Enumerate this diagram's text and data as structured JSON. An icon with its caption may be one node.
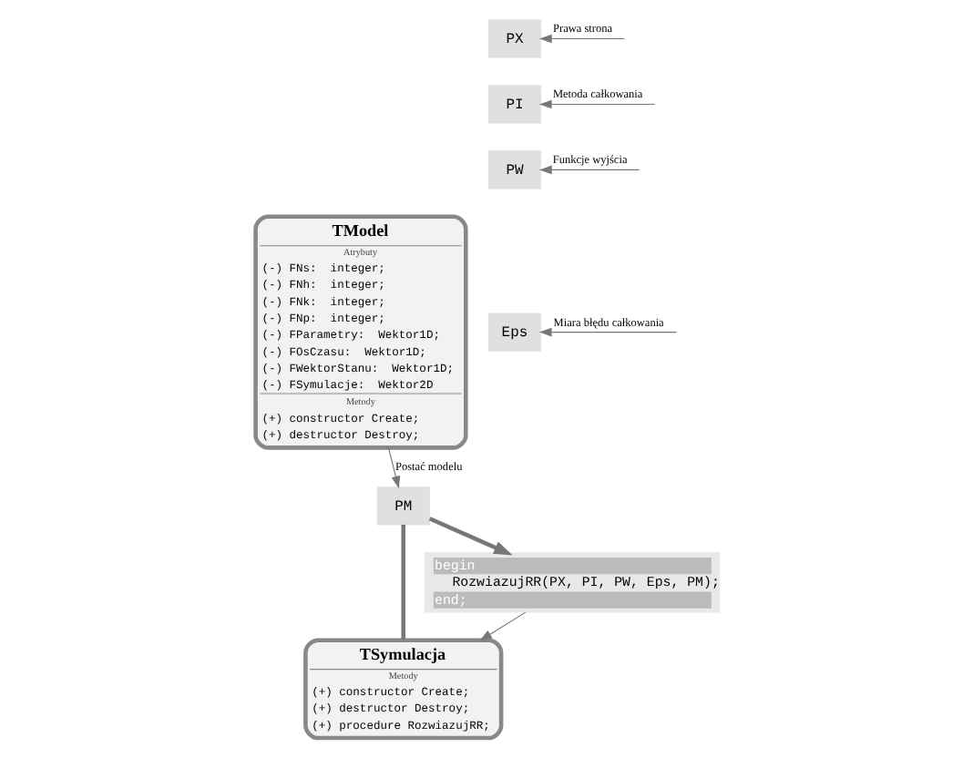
{
  "diagram": {
    "nodes": [
      {
        "text": [
          "TModel",
          "Atrybuty",
          "(-) FNs:  integer;",
          "(-) FNh:  integer;",
          "(-) FNk:  integer;",
          "(-) FNp:  integer;",
          "(-) FParametry:  Wektor1D;",
          "(-) FOsCzasu:  Wektor1D;",
          "(-) FWektorStanu:  Wektor1D;",
          "(-) FSymulacje:  Wektor2D",
          "Metody",
          "(+) constructor Create;",
          "(+) destructor Destroy;"
        ]
      },
      {
        "text": [
          "TSymulacja",
          "Metody",
          "(+) constructor Create;",
          "(+) destructor Destroy;",
          "(+) procedure RozwiazujRR;"
        ]
      },
      {
        "text": [
          "PX"
        ]
      },
      {
        "text": [
          "PI"
        ]
      },
      {
        "text": [
          "PW"
        ]
      },
      {
        "text": [
          "Eps"
        ]
      },
      {
        "text": [
          "PM"
        ]
      },
      {
        "text": [
          "begin",
          "RozwiazujRR(PX, PI, PW, Eps, PM);",
          "end;"
        ]
      }
    ],
    "edges": [
      {
        "from": 1,
        "to": 6,
        "arrow": "none",
        "style": "thick"
      },
      {
        "from": null,
        "to": 2,
        "arrow": "to",
        "label": "Prawa strona"
      },
      {
        "from": null,
        "to": 3,
        "arrow": "to",
        "label": "Metoda całkowania"
      },
      {
        "from": null,
        "to": 4,
        "arrow": "to",
        "label": "Funkcje wyjścia"
      },
      {
        "from": null,
        "to": 5,
        "arrow": "to",
        "label": "Miara błędu całkowania"
      },
      {
        "from": 0,
        "to": 6,
        "arrow": "to",
        "label": "Postać modelu"
      },
      {
        "from": 6,
        "to": 7,
        "arrow": "to",
        "style": "thick"
      },
      {
        "from": 7,
        "to": 1,
        "arrow": "to"
      }
    ]
  }
}
